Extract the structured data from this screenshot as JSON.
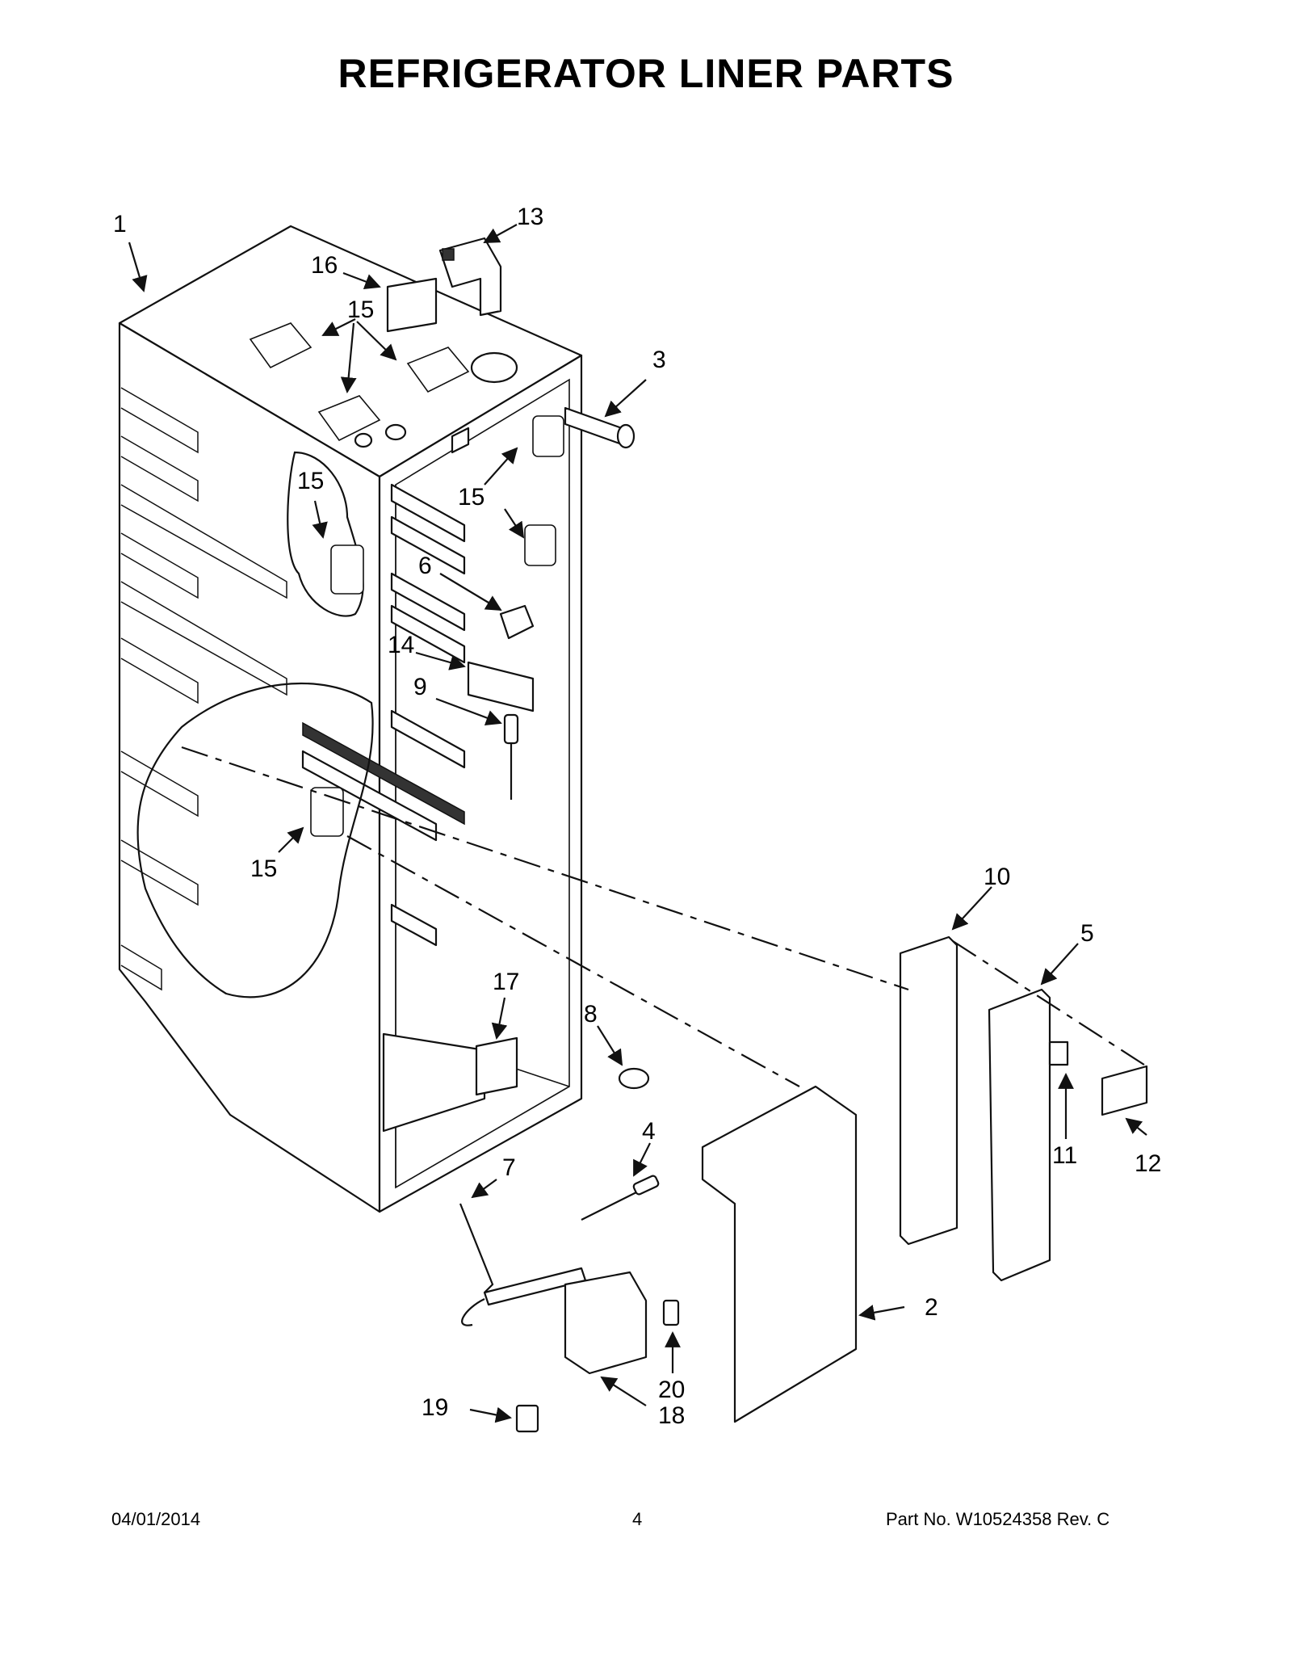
{
  "title": "REFRIGERATOR LINER PARTS",
  "callouts": {
    "c1": "1",
    "c2": "2",
    "c3": "3",
    "c4": "4",
    "c5": "5",
    "c6": "6",
    "c7": "7",
    "c8": "8",
    "c9": "9",
    "c10": "10",
    "c11": "11",
    "c12": "12",
    "c13": "13",
    "c14": "14",
    "c15a": "15",
    "c15b": "15",
    "c15c": "15",
    "c15d": "15",
    "c16": "16",
    "c17": "17",
    "c18": "18",
    "c19": "19",
    "c20": "20"
  },
  "footer": {
    "date": "04/01/2014",
    "page": "4",
    "part_no": "Part No.  W10524358  Rev.  C"
  }
}
